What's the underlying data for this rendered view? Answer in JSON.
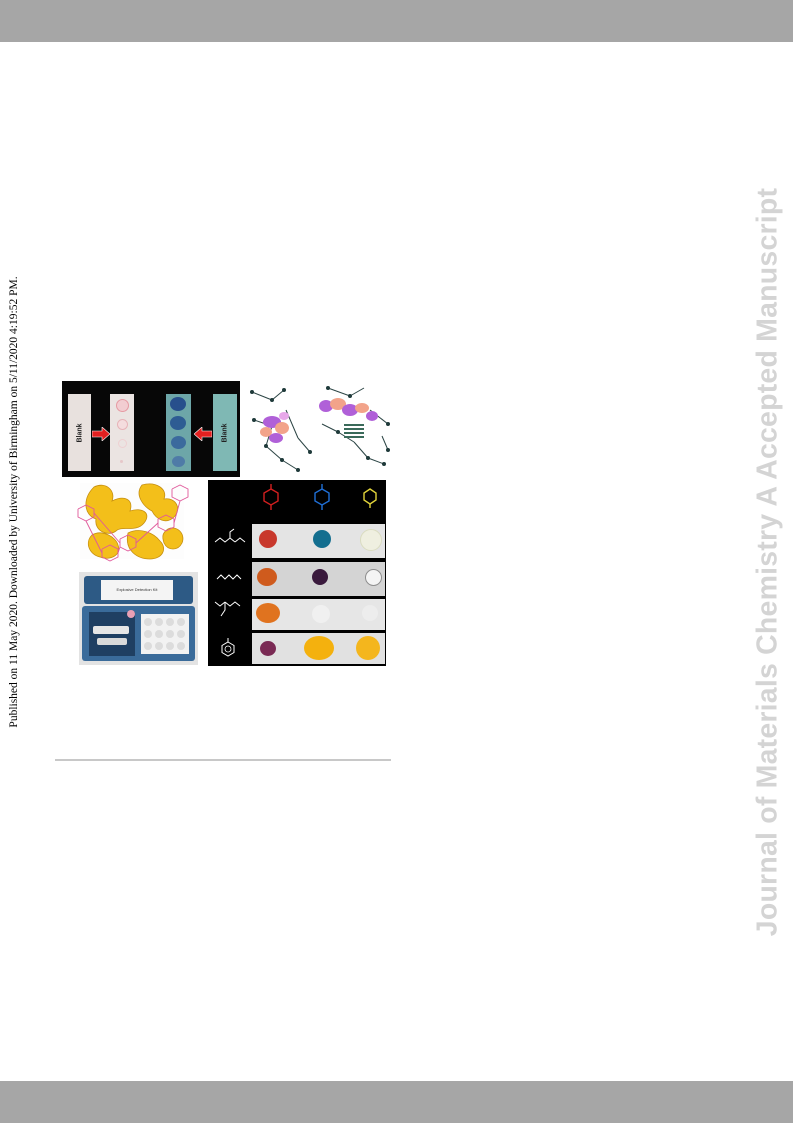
{
  "side_note": "Published on 11 May 2020. Downloaded by University of Birmingham on 5/11/2020 4:19:52 PM.",
  "watermark": "Journal of Materials Chemistry A Accepted Manuscript",
  "figure": {
    "tlc_panel": {
      "blank_label_left": "Blank",
      "blank_label_right": "Blank"
    },
    "kit_panel": {
      "kit_label": "Explosive Detection Kit"
    },
    "colors": {
      "bar": "#a6a6a6",
      "watermark": "#d4d4d4",
      "reagent_red": "#d21f1f",
      "reagent_blue": "#1f6fd6",
      "reagent_yellow": "#e0d23a",
      "framework_gold": "#f3bf1a",
      "framework_pink": "#e0589a",
      "orbital_purple": "#b060d8"
    },
    "icons": [
      "red-arrow-icon",
      "benzene-structure-icon",
      "alkane-structure-icon",
      "nitroaromatic-structure-icon"
    ]
  }
}
